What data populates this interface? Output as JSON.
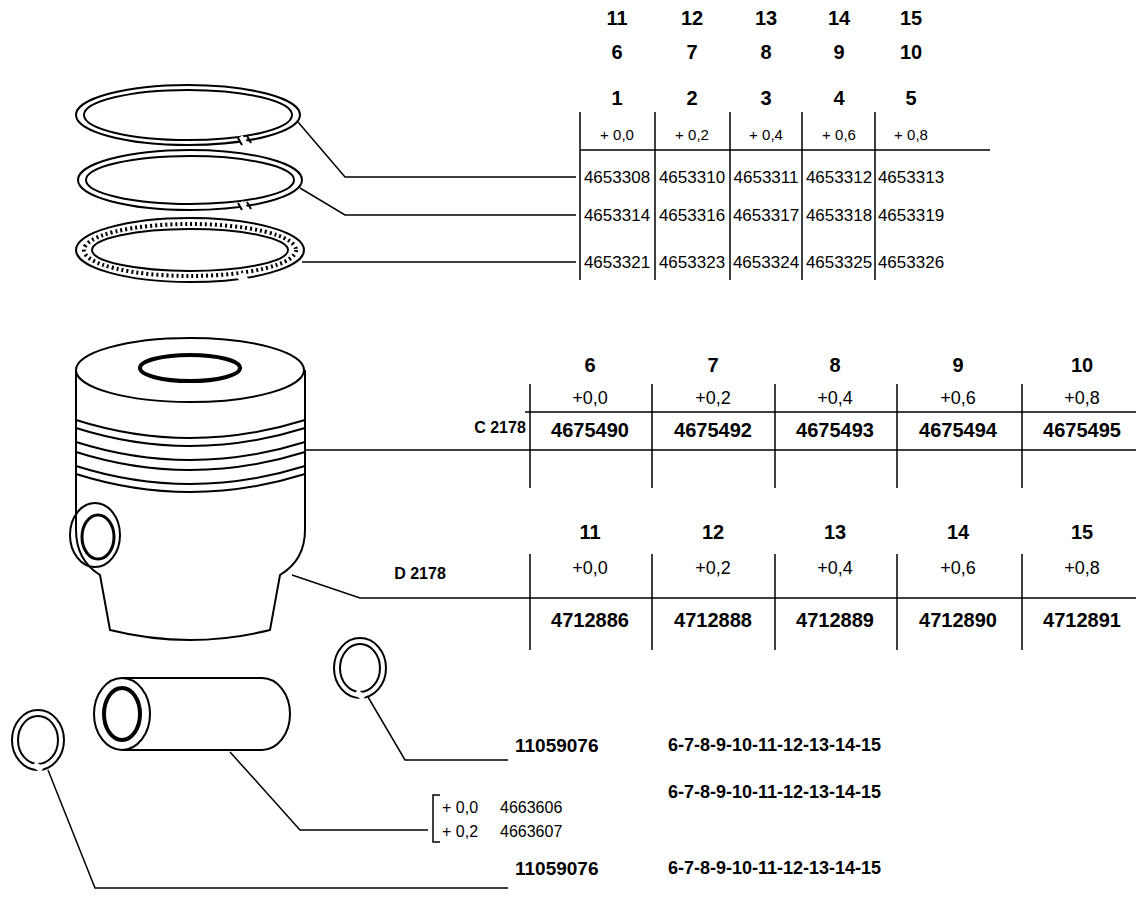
{
  "diagram": {
    "labels": [
      "11",
      "12",
      "13",
      "14",
      "15",
      "6",
      "7",
      "8",
      "9",
      "10",
      "1",
      "2",
      "3",
      "4",
      "5",
      "+ 0,0",
      "+ 0,2",
      "+ 0,4",
      "+ 0,6",
      "+ 0,8",
      "4653308",
      "4653310",
      "4653311",
      "4653312",
      "4653313",
      "4653314",
      "4653316",
      "4653317",
      "4653318",
      "4653319",
      "4653321",
      "4653323",
      "4653324",
      "4653325",
      "4653326",
      "6",
      "7",
      "8",
      "9",
      "10",
      "+0,0",
      "+0,2",
      "+0,4",
      "+0,6",
      "+0,8",
      "C 2178",
      "4675490",
      "4675492",
      "4675493",
      "4675494",
      "4675495",
      "11",
      "12",
      "13",
      "14",
      "15",
      "D 2178",
      "+0,0",
      "+0,2",
      "+0,4",
      "+0,6",
      "+0,8",
      "4712886",
      "4712888",
      "4712889",
      "4712890",
      "4712891",
      "11059076",
      "6-7-8-9-10-11-12-13-14-15",
      "6-7-8-9-10-11-12-13-14-15",
      "+ 0,0",
      "4663606",
      "+ 0,2",
      "4663607",
      "11059076",
      "6-7-8-9-10-11-12-13-14-15"
    ]
  }
}
